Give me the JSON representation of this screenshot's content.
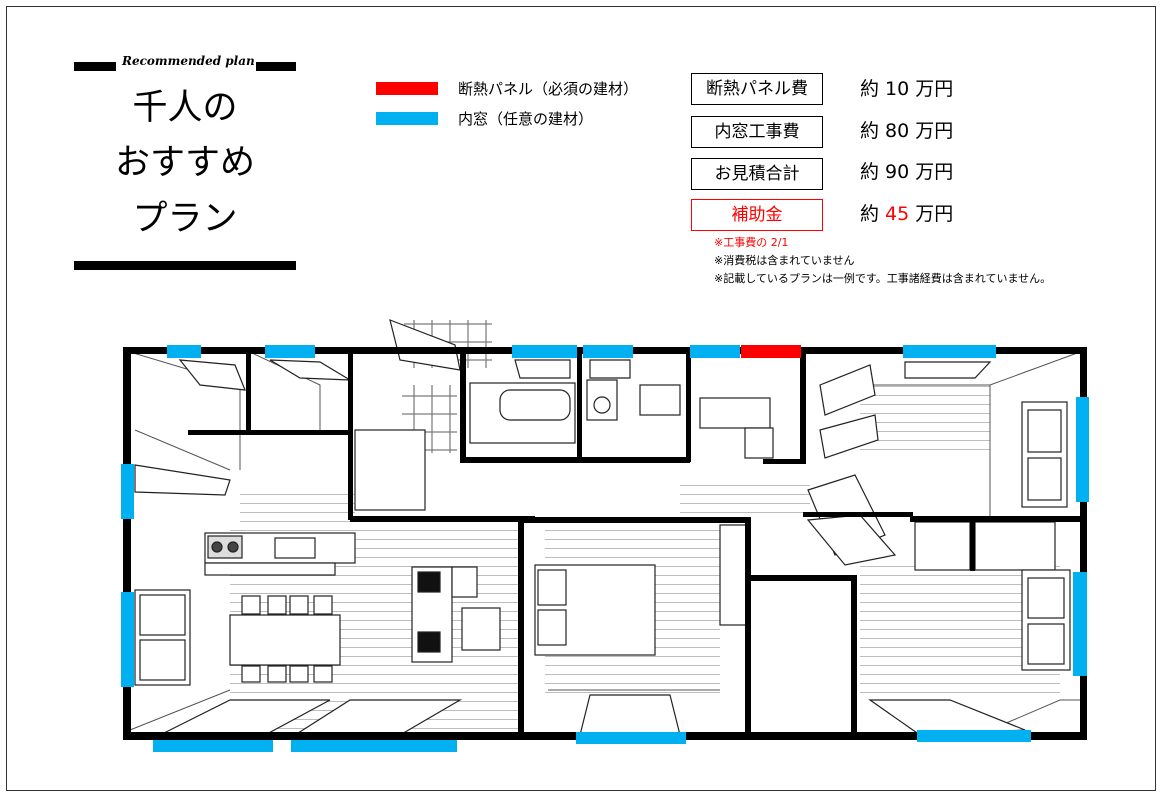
{
  "title_block": {
    "tag": "Recommended plan",
    "lines": [
      "千人の",
      "おすすめ",
      "プラン"
    ]
  },
  "legend": [
    {
      "color": "#FF0000",
      "label": "断熱パネル（必須の建材）"
    },
    {
      "color": "#00B0F0",
      "label": "内窓（任意の建材）"
    }
  ],
  "costs": [
    {
      "label": "断熱パネル費",
      "value_prefix": "約 ",
      "value": "10",
      "value_suffix": " 万円",
      "highlight": false
    },
    {
      "label": "内窓工事費",
      "value_prefix": "約 ",
      "value": "80",
      "value_suffix": " 万円",
      "highlight": false
    },
    {
      "label": "お見積合計",
      "value_prefix": "約 ",
      "value": "90",
      "value_suffix": " 万円",
      "highlight": false
    },
    {
      "label": "補助金",
      "value_prefix": "約 ",
      "value": "45",
      "value_suffix": " 万円",
      "highlight": true
    }
  ],
  "notes": [
    {
      "text": "※工事費の 2/1",
      "color": "#FF0000"
    },
    {
      "text": "※消費税は含まれていません",
      "color": "#000000"
    },
    {
      "text": "※記載しているプランは一例です。工事諸経費は含まれていません。",
      "color": "#000000"
    }
  ],
  "colors": {
    "insulation": "#FF0000",
    "inner_window": "#00B0F0",
    "wall": "#000000"
  }
}
